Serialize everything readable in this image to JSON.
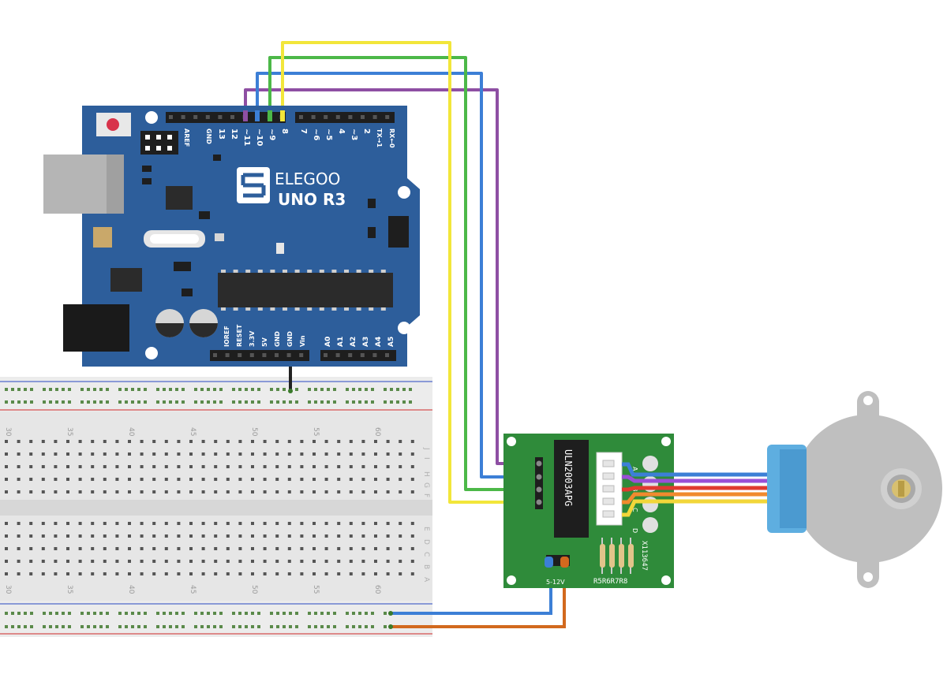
{
  "board": {
    "brand": "ELEGOO",
    "model": "UNO R3",
    "top_header_labels": [
      "AREF",
      "GND",
      "13",
      "12",
      "~11",
      "~10",
      "~9",
      "8",
      "7",
      "~6",
      "~5",
      "4",
      "~3",
      "2",
      "TX→1",
      "RX←0"
    ],
    "power_labels": [
      "IOREF",
      "RESET",
      "3.3V",
      "5V",
      "GND",
      "GND",
      "Vin"
    ],
    "analog_labels": [
      "A0",
      "A1",
      "A2",
      "A3",
      "A4",
      "A5"
    ]
  },
  "breadboard": {
    "column_numbers": [
      "30",
      "35",
      "40",
      "45",
      "50",
      "55",
      "60"
    ],
    "row_letters_top": [
      "J",
      "I",
      "H",
      "G",
      "F"
    ],
    "row_letters_bottom": [
      "E",
      "D",
      "C",
      "B",
      "A"
    ]
  },
  "driver": {
    "chip_label": "ULN2003APG",
    "resistor_label": "R5R6R7R8",
    "side_label": "X113647",
    "led_letters": [
      "A",
      "B",
      "C",
      "D"
    ],
    "power_label": "5-12V"
  },
  "wires": {
    "colors": {
      "yellow": "#f2e63a",
      "green": "#4cb848",
      "blue": "#3c7fd6",
      "purple": "#8e4fa3",
      "black": "#222222",
      "orange": "#d2691e",
      "red": "#e03a2f"
    },
    "signal_pins": [
      "8",
      "~9",
      "~10",
      "~11"
    ]
  },
  "colors": {
    "board_blue": "#2d5e9b",
    "driver_green": "#2f8b3a",
    "motor_gray": "#bfbfbf",
    "connector_blue": "#5eaee0"
  }
}
